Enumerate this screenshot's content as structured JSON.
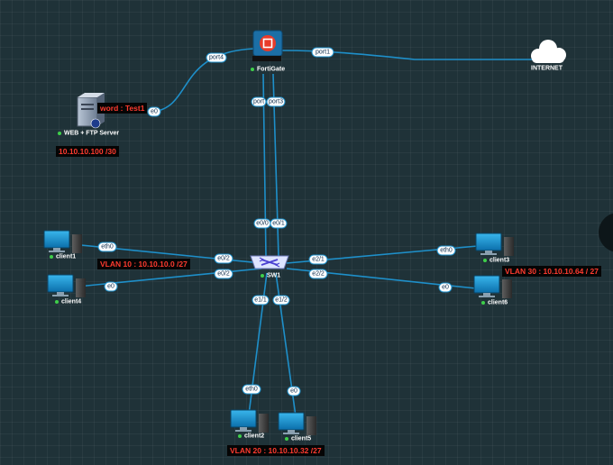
{
  "nodes": {
    "fortigate": "FortiGate",
    "internet": "INTERNET",
    "server": "WEB + FTP Server",
    "sw1": "SW1",
    "client1": "client1",
    "client2": "client2",
    "client3": "client3",
    "client4": "client4",
    "client5": "client5",
    "client6": "client6"
  },
  "ports": {
    "fg_port4": "port4",
    "fg_port1": "port1",
    "fg_port2": "port",
    "fg_port3": "port3",
    "srv_e0": "e0",
    "sw_e0_0": "e0/0",
    "sw_e0_1": "e0/1",
    "sw_e0_2": "e0/2",
    "sw_e0_2b": "e0/2",
    "sw_e2_1": "e2/1",
    "sw_e2_2": "e2/2",
    "sw_e1_1": "e1/1",
    "sw_e1_2": "e1/2",
    "c1_eth0": "eth0",
    "c4_e0": "e0",
    "c3_eth0": "eth0",
    "c6_e0": "e0",
    "c2_eth0": "eth0",
    "c5_e0": "e0"
  },
  "labels": {
    "server_ip": "10.10.10.100 /30",
    "password": "word : Test1",
    "vlan10": "VLAN 10 : 10.10.10.0 /27",
    "vlan20": "VLAN 20 : 10.10.10.32 /27",
    "vlan30": "VLAN 30 : 10.10.10.64 / 27"
  },
  "colors": {
    "link": "#1e8fc9",
    "label_text": "#ff3b2f",
    "label_bg": "#050505",
    "status_dot": "#3ecf4a",
    "canvas": "#1f3238"
  }
}
